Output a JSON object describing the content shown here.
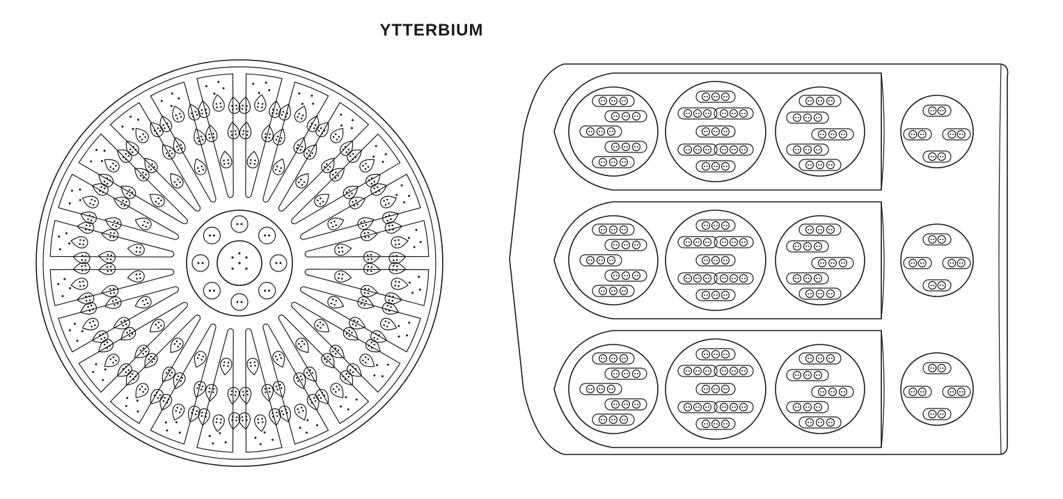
{
  "title": "YTTERBIUM",
  "ink_color": "#1a1a1a",
  "background": "#ffffff",
  "left_figure": {
    "kind": "disc",
    "segment_count": 24,
    "center_satellite_count": 8
  },
  "right_figure": {
    "kind": "funnel",
    "tube_count": 3,
    "spheres_per_tube": 4
  }
}
